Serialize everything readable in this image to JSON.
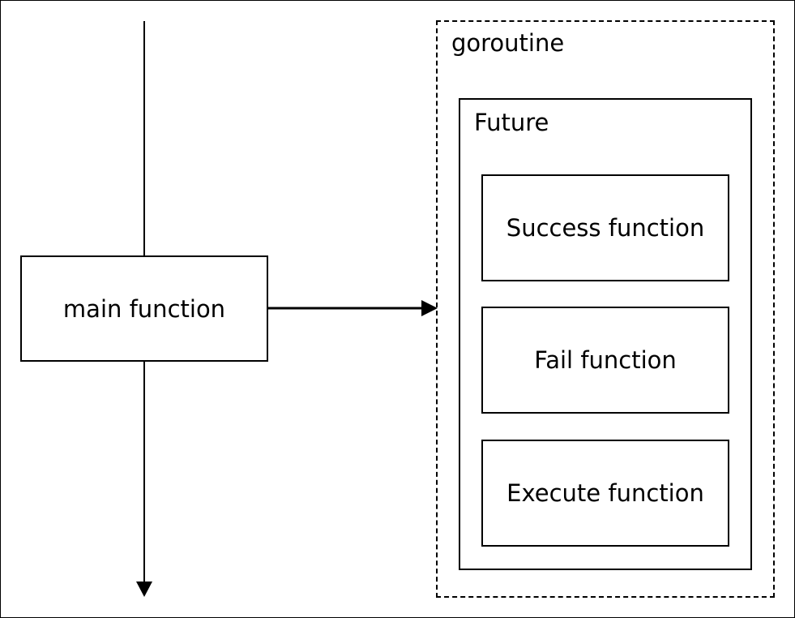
{
  "diagram": {
    "main": {
      "label": "main function"
    },
    "goroutine": {
      "label": "goroutine"
    },
    "future": {
      "label": "Future",
      "functions": [
        "Success function",
        "Fail function",
        "Execute function"
      ]
    }
  }
}
